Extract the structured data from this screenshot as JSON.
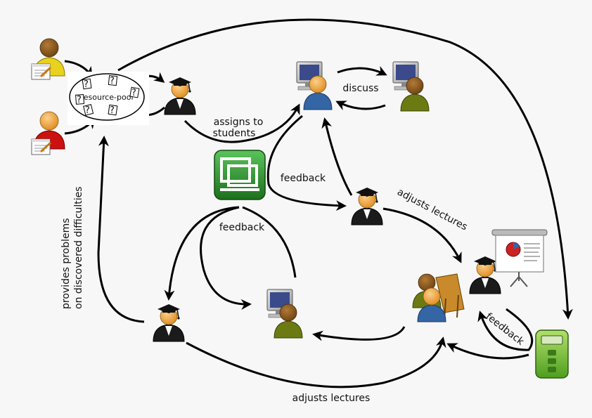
{
  "labels": {
    "resource_pool": "resource-pool",
    "assigns_to": "assigns to",
    "students": "students",
    "discuss": "discuss",
    "feedback_center": "feedback",
    "feedback_left": "feedback",
    "feedback_right": "feedback",
    "adjusts_lectures_top": "adjusts lectures",
    "adjusts_lectures_bottom": "adjusts lectures",
    "provides_problems_1": "provides problems",
    "provides_problems_2": "on discovered difficulties"
  },
  "pool_marks": [
    "?",
    "?",
    "?",
    "?",
    "?",
    "?"
  ],
  "colors": {
    "arrow": "#000000",
    "yellow_shirt": "#e8d21d",
    "red_shirt": "#cc1111",
    "blue_shirt": "#3465a4",
    "olive_shirt": "#6b7a12",
    "gown": "#1a1a1a",
    "skin": "#f0a030",
    "dark_skin": "#8b5a1a",
    "app_green": "#2a8a2a",
    "clicker_green": "#7dc23a"
  },
  "icons": [
    "teacher-icon",
    "student-icon",
    "computer-icon",
    "notepad-icon",
    "presentation-board-icon",
    "clicker-icon",
    "app-logo-icon",
    "desk-icon"
  ]
}
